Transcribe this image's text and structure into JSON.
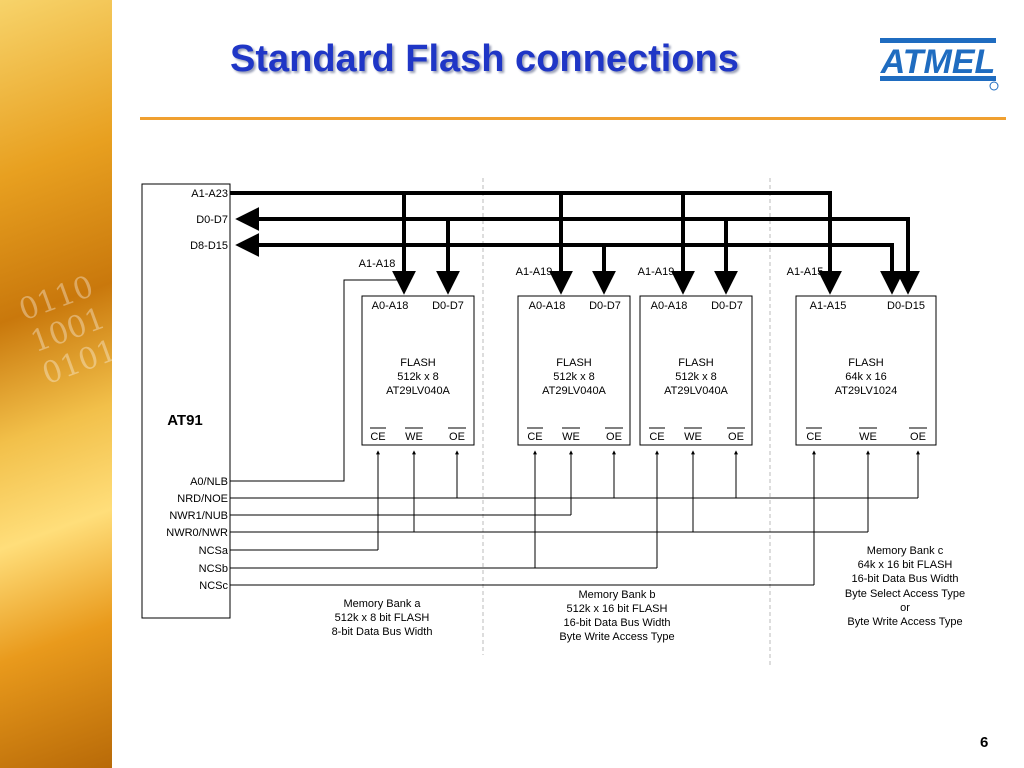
{
  "slide": {
    "title": "Standard Flash connections",
    "page_number": "6",
    "logo_text": "ATMEL",
    "accent_color": "#1f36c6",
    "rule_color": "#f0a030"
  },
  "mcu": {
    "name": "AT91",
    "top_pins": [
      "A1-A23",
      "D0-D7",
      "D8-D15"
    ],
    "bottom_pins": [
      "A0/NLB",
      "NRD/NOE",
      "NWR1/NUB",
      "NWR0/NWR",
      "NCSa",
      "NCSb",
      "NCSc"
    ]
  },
  "address_labels": [
    "A1-A18",
    "A1-A19",
    "A1-A19",
    "A1-A15"
  ],
  "chips": [
    {
      "addr_pin": "A0-A18",
      "data_pin": "D0-D7",
      "type": "FLASH",
      "size": "512k x 8",
      "part": "AT29LV040A",
      "ctrl": [
        "CE",
        "WE",
        "OE"
      ]
    },
    {
      "addr_pin": "A0-A18",
      "data_pin": "D0-D7",
      "type": "FLASH",
      "size": "512k x 8",
      "part": "AT29LV040A",
      "ctrl": [
        "CE",
        "WE",
        "OE"
      ]
    },
    {
      "addr_pin": "A0-A18",
      "data_pin": "D0-D7",
      "type": "FLASH",
      "size": "512k x 8",
      "part": "AT29LV040A",
      "ctrl": [
        "CE",
        "WE",
        "OE"
      ]
    },
    {
      "addr_pin": "A1-A15",
      "data_pin": "D0-D15",
      "type": "FLASH",
      "size": "64k x 16",
      "part": "AT29LV1024",
      "ctrl": [
        "CE",
        "WE",
        "OE"
      ]
    }
  ],
  "banks": [
    {
      "lines": [
        "Memory Bank a",
        "512k x 8 bit FLASH",
        "8-bit Data Bus Width"
      ]
    },
    {
      "lines": [
        "Memory Bank b",
        "512k x 16 bit FLASH",
        "16-bit Data Bus Width",
        "Byte Write Access Type"
      ]
    },
    {
      "lines": [
        "Memory Bank c",
        "64k x 16 bit FLASH",
        "16-bit Data Bus Width",
        "Byte Select Access Type",
        "or",
        "Byte Write Access Type"
      ]
    }
  ]
}
